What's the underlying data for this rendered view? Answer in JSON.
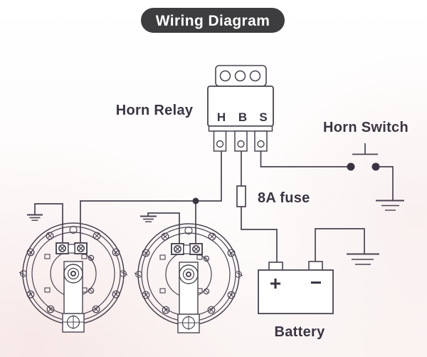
{
  "title": "Wiring Diagram",
  "colors": {
    "line": "#4a4350",
    "text": "#3a3542",
    "badge_bg": "#3d3c3e",
    "badge_text": "#ffffff"
  },
  "relay": {
    "label": "Horn Relay",
    "terminal_h": "H",
    "terminal_b": "B",
    "terminal_s": "S"
  },
  "horn_switch": {
    "label": "Horn Switch"
  },
  "fuse": {
    "label": "8A fuse"
  },
  "battery": {
    "label": "Battery",
    "positive_symbol": "+",
    "negative_symbol": "−"
  }
}
